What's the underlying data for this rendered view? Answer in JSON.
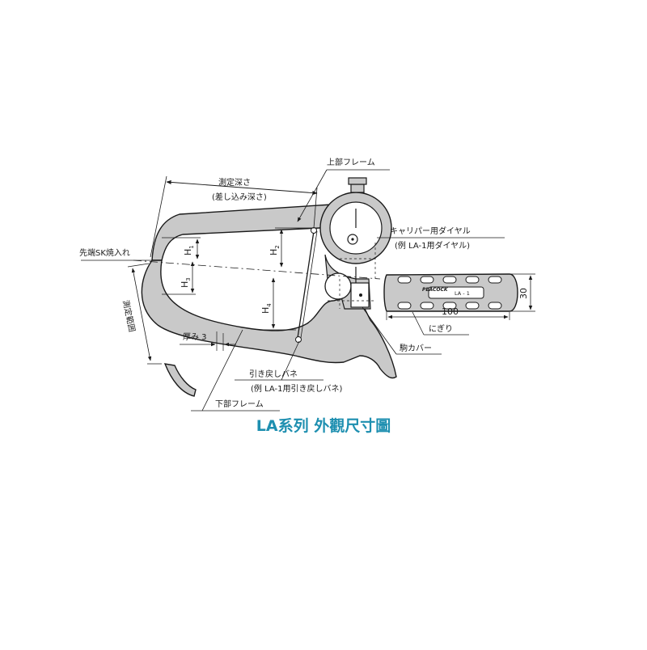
{
  "labels": {
    "upper_frame": "上部フレーム",
    "depth": "測定深さ",
    "insert_depth": "(差し込み深さ)",
    "dial": "キャリパー用ダイヤル",
    "dial_example": "(例 LA-1用ダイヤル)",
    "tip": "先端SK焼入れ",
    "h1": "H",
    "h1_sub": "1",
    "h2": "H",
    "h2_sub": "2",
    "h3": "H",
    "h3_sub": "3",
    "h4": "H",
    "h4_sub": "4",
    "range": "測定範囲",
    "thickness": "厚み 3",
    "grip": "にぎり",
    "length_100": "100",
    "diameter_30": "30",
    "brand": "PEACOCK",
    "model": "LA - 1",
    "piece_cover": "駒カバー",
    "spring": "引き戻しバネ",
    "spring_example": "(例 LA-1用引き戻しバネ)",
    "lower_frame": "下部フレーム"
  },
  "caption": "LA系列 外觀尺寸圖",
  "colors": {
    "caption": "#1e8fb0",
    "frame_fill": "#c9c9c9",
    "line": "#1a1a1a"
  }
}
